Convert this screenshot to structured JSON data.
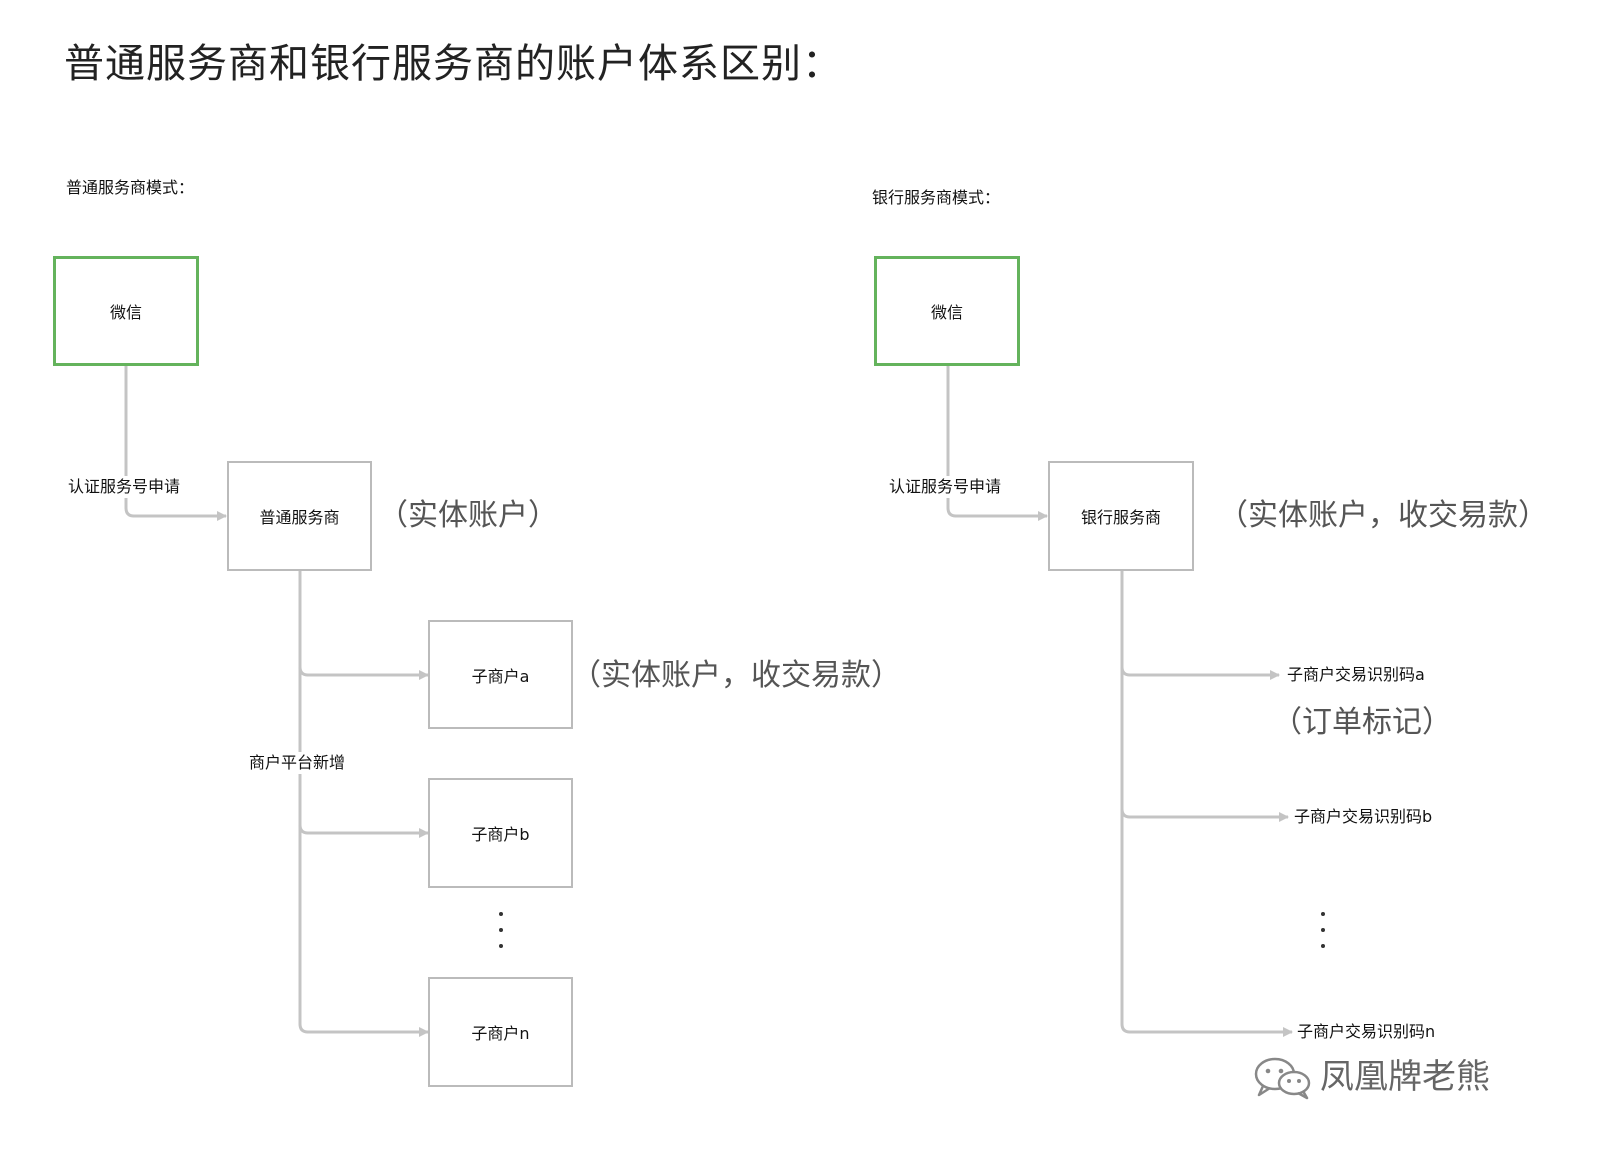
{
  "title": "普通服务商和银行服务商的账户体系区别：",
  "colors": {
    "wechat_border": "#64b35c",
    "box_border": "#bbbbbb",
    "connector": "#c4c4c4",
    "note_text": "#555555"
  },
  "left": {
    "section_label": "普通服务商模式：",
    "wechat_box": "微信",
    "edge_auth": "认证服务号申请",
    "provider_box": "普通服务商",
    "provider_note": "（实体账户）",
    "edge_platform": "商户平台新增",
    "sub_merchants": [
      "子商户a",
      "子商户b",
      "子商户n"
    ],
    "sub_merchant_note": "（实体账户，收交易款）"
  },
  "right": {
    "section_label": "银行服务商模式：",
    "wechat_box": "微信",
    "edge_auth": "认证服务号申请",
    "provider_box": "银行服务商",
    "provider_note": "（实体账户，收交易款）",
    "codes": [
      "子商户交易识别码a",
      "子商户交易识别码b",
      "子商户交易识别码n"
    ],
    "code_note": "（订单标记）"
  },
  "watermark": {
    "icon": "wechat-icon",
    "text": "凤凰牌老熊"
  }
}
